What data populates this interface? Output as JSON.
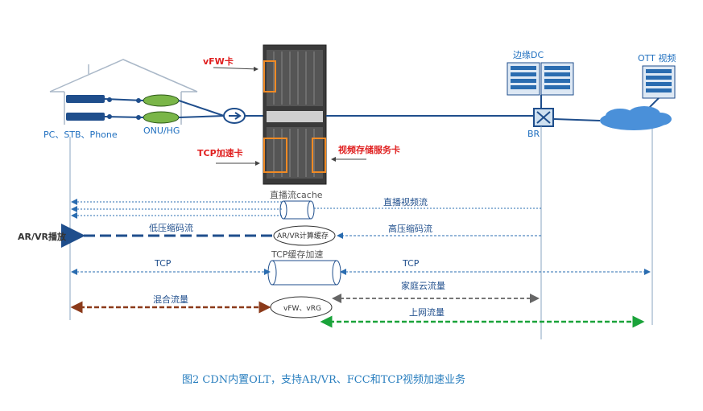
{
  "labels": {
    "home_devices": "PC、STB、Phone",
    "onu": "ONU/HG",
    "vfw_card": "vFW卡",
    "tcp_card": "TCP加速卡",
    "video_card": "视频存储服务卡",
    "edge_dc": "边缘DC",
    "ott": "OTT 视频",
    "br": "BR",
    "arvr_play": "AR/VR播放",
    "live_cache": "直播流cache",
    "live_video": "直播视频流",
    "low_stream": "低压缩码流",
    "arvr_compute": "AR/VR计算缓存",
    "high_stream": "高压缩码流",
    "tcp_cache": "TCP缓存加速",
    "tcp_left": "TCP",
    "tcp_right": "TCP",
    "home_cloud": "家庭云流量",
    "mixed": "混合流量",
    "vfw_vrg": "vFW、vRG",
    "internet": "上网流量"
  },
  "caption": "图2  CDN内置OLT，支持AR/VR、FCC和TCP视频加速业务",
  "colors": {
    "blue_line": "#2a6cb0",
    "dark_blue": "#1f4e8c",
    "brown": "#8b3a1a",
    "gray": "#777777",
    "green": "#1aa33a",
    "red": "#e02020",
    "orange": "#f08a24"
  }
}
